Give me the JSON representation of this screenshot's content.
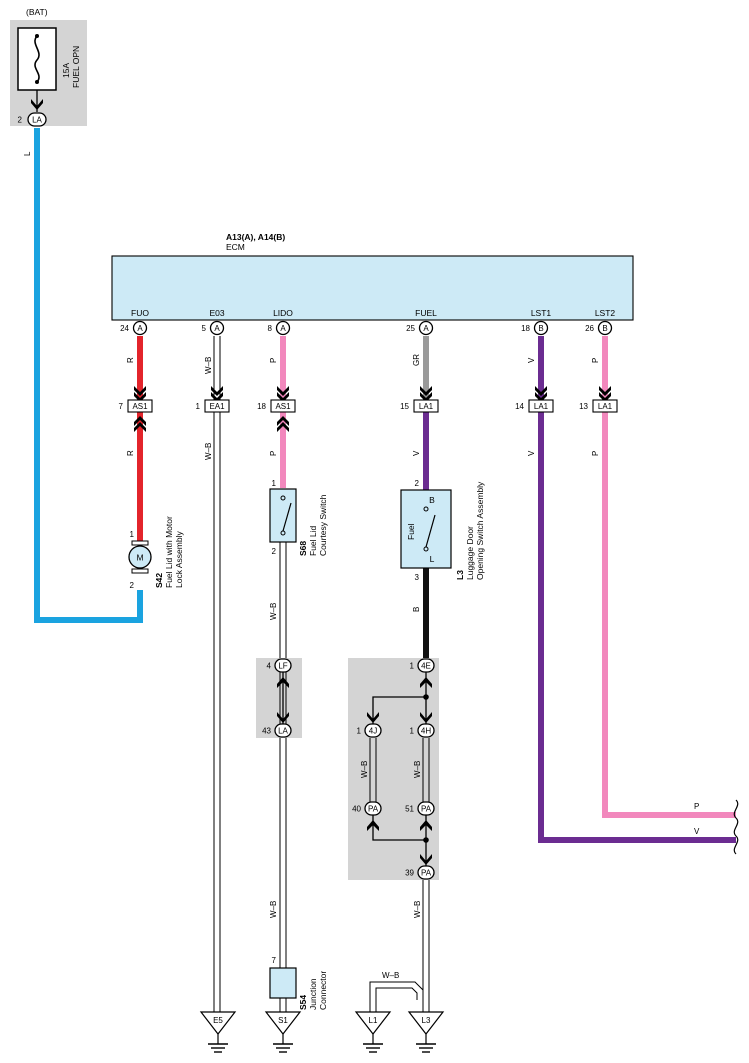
{
  "power": {
    "bat": "(BAT)",
    "fuse_rating": "15A",
    "fuse_name": "FUEL OPN",
    "conn_pin": "2",
    "conn": "LA",
    "wire": "L"
  },
  "ecm": {
    "title": "A13(A), A14(B)",
    "name": "ECM"
  },
  "ecm_pins": [
    {
      "name": "FUO",
      "num": "24",
      "conn": "A"
    },
    {
      "name": "E03",
      "num": "5",
      "conn": "A"
    },
    {
      "name": "LIDO",
      "num": "8",
      "conn": "A"
    },
    {
      "name": "FUEL",
      "num": "25",
      "conn": "A"
    },
    {
      "name": "LST1",
      "num": "18",
      "conn": "B"
    },
    {
      "name": "LST2",
      "num": "26",
      "conn": "B"
    }
  ],
  "wire_upper": {
    "fuo": "R",
    "e03": "W–B",
    "lido": "P",
    "fuel": "GR",
    "lst1": "V",
    "lst2": "P"
  },
  "splices": [
    {
      "num": "7",
      "name": "AS1"
    },
    {
      "num": "1",
      "name": "EA1"
    },
    {
      "num": "18",
      "name": "AS1"
    },
    {
      "num": "15",
      "name": "LA1"
    },
    {
      "num": "14",
      "name": "LA1"
    },
    {
      "num": "13",
      "name": "LA1"
    }
  ],
  "wire_lower": {
    "fuo": "R",
    "e03": "W–B",
    "lido": "P",
    "fuel": "V",
    "lst1": "V",
    "lst2": "P"
  },
  "motor": {
    "code": "S42",
    "line1": "Fuel Lid with Motor",
    "line2": "Lock Assembly",
    "symbol": "M",
    "pin1": "1",
    "pin2": "2"
  },
  "courtesy": {
    "code": "S68",
    "line1": "Fuel Lid",
    "line2": "Courtesy Switch",
    "pin1": "1",
    "pin2": "2"
  },
  "luggage": {
    "code": "L3",
    "line1": "Luggage Door",
    "line2": "Opening Switch Assembly",
    "label": "Fuel",
    "term_b": "B",
    "term_l": "L",
    "pin2": "2",
    "pin3": "3"
  },
  "wire_mid": {
    "lido": "W–B",
    "fuel": "B"
  },
  "lf_block": {
    "pin_top": "4",
    "conn_top": "LF",
    "pin_bot": "43",
    "conn_bot": "LA"
  },
  "ec_block": {
    "pin_top": "1",
    "conn_top": "4E",
    "pin_l": "1",
    "conn_l": "4J",
    "pin_r": "1",
    "conn_r": "4H"
  },
  "wire_ec": {
    "left": "W–B",
    "right": "W–B"
  },
  "pa_block": {
    "pin_l": "40",
    "conn_l": "PA",
    "pin_r": "51",
    "conn_r": "PA",
    "pin_b": "39",
    "conn_b": "PA"
  },
  "wire_bottom": {
    "lido": "W–B",
    "fuel": "W–B",
    "l1": "W–B"
  },
  "junction": {
    "code": "S54",
    "line1": "Junction",
    "line2": "Connector",
    "pin": "7"
  },
  "grounds": {
    "e5": "E5",
    "s1": "S1",
    "l1": "L1",
    "l3": "L3"
  },
  "right_wires": {
    "p": "P",
    "v": "V"
  },
  "colors": {
    "blue": "#1aa3e0",
    "red": "#e3242b",
    "pink": "#f288bd",
    "gray": "#9a9a9a",
    "purple": "#6b2c91",
    "black": "#111111",
    "ecm_fill": "#cdeaf6",
    "component_fill": "#cdeaf6",
    "bg_gray": "#d4d4d4"
  }
}
